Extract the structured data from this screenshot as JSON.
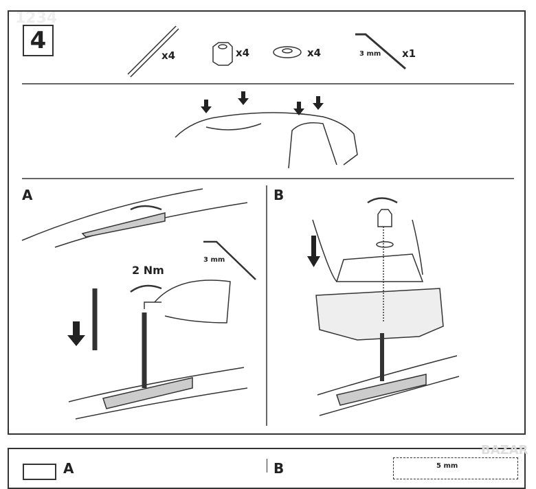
{
  "watermark_top": "1234",
  "watermark_bottom": "BAZAR",
  "step": {
    "number": "4"
  },
  "parts": [
    {
      "name": "bolt",
      "qty": "x4"
    },
    {
      "name": "nut",
      "qty": "x4"
    },
    {
      "name": "washer",
      "qty": "x4"
    },
    {
      "name": "hex-key",
      "size": "3 mm",
      "qty": "x1"
    }
  ],
  "panel_a": {
    "label": "A",
    "torque": "2 Nm",
    "key_size": "3 mm"
  },
  "panel_b": {
    "label": "B"
  },
  "next_step": {
    "label_a": "A",
    "label_b": "B",
    "key_size": "5 mm"
  }
}
